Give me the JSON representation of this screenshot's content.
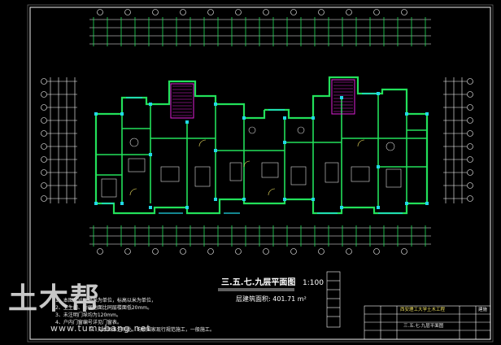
{
  "drawing": {
    "title": "三.五.七.九层平面图",
    "scale": "1:100",
    "area_label": "层建筑面积:",
    "area_value": "401.71 m²"
  },
  "notes": [
    "1、本图尺寸以毫米为单位，标高以米为单位，",
    "2、卫生间、厨房地面比同层楼面低20mm。",
    "3、未注明门垛均为120mm。",
    "4、户内门窗编号详见门窗表。",
    "5、凡本图未注明处，均按国家现行规范施工，一般施工。"
  ],
  "title_block": {
    "school": "西安理工大学土木工程",
    "drawing_name": "三.五.七.九层平面图",
    "sheet": "建施"
  },
  "watermark": {
    "logo": "土木帮",
    "url": "www.tumubang.net"
  },
  "colors": {
    "background": "#000000",
    "walls": "#22e05a",
    "dims": "#ffffff",
    "accent_cyan": "#20d8e8",
    "accent_magenta": "#e020d8",
    "accent_yellow": "#f5e663"
  }
}
